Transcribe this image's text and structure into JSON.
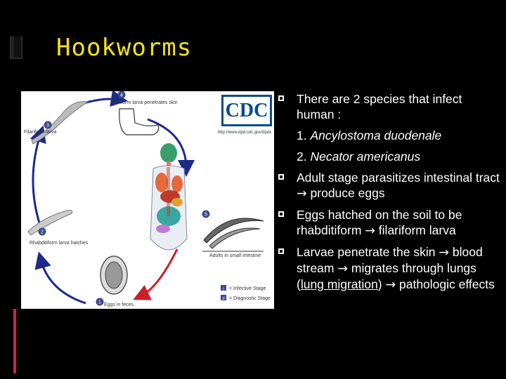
{
  "title": "Hookworms",
  "diagram": {
    "logo": "CDC",
    "url": "http://www.dpd.cdc.gov/dpdx",
    "stage_labels": {
      "s1": "Eggs in feces",
      "s2": "Rhabditiform larva hatches",
      "s3": "Filariform larva",
      "s4": "Filariform larva penetrates skin",
      "s5": "Adults in small intestine"
    },
    "legend": {
      "infective": "= Infective Stage",
      "diagnostic": "= Diagnostic Stage"
    },
    "badge_numbers": [
      "1",
      "2",
      "3",
      "4",
      "5"
    ],
    "legend_letters": [
      "i",
      "d"
    ],
    "colors": {
      "blue_arrow": "#1c2a8a",
      "red_arrow": "#c8202b",
      "badge": "#3a4a8a"
    }
  },
  "bullets": {
    "b1": "There are 2 species that infect human :",
    "sub1_num": "1. ",
    "sub1_name": "Ancylostoma duodenale",
    "sub2_num": "2. ",
    "sub2_name": "Necator americanus",
    "b2_a": "Adult stage parasitizes intestinal tract ",
    "b2_arrow": "→",
    "b2_b": " produce eggs",
    "b3_a": "Eggs hatched on the soil to be rhabditiform ",
    "b3_arrow": "→",
    "b3_b": " filariform larva",
    "b4_a": "Larvae penetrate the skin ",
    "b4_arrow1": "→",
    "b4_b": " blood stream ",
    "b4_arrow2": "→",
    "b4_c": " migrates through lungs (",
    "b4_ul": "lung migration",
    "b4_d": ") ",
    "b4_arrow3": "→",
    "b4_e": " pathologic effects"
  },
  "colors": {
    "title": "#f2e21c",
    "accent": "#d0205c"
  }
}
